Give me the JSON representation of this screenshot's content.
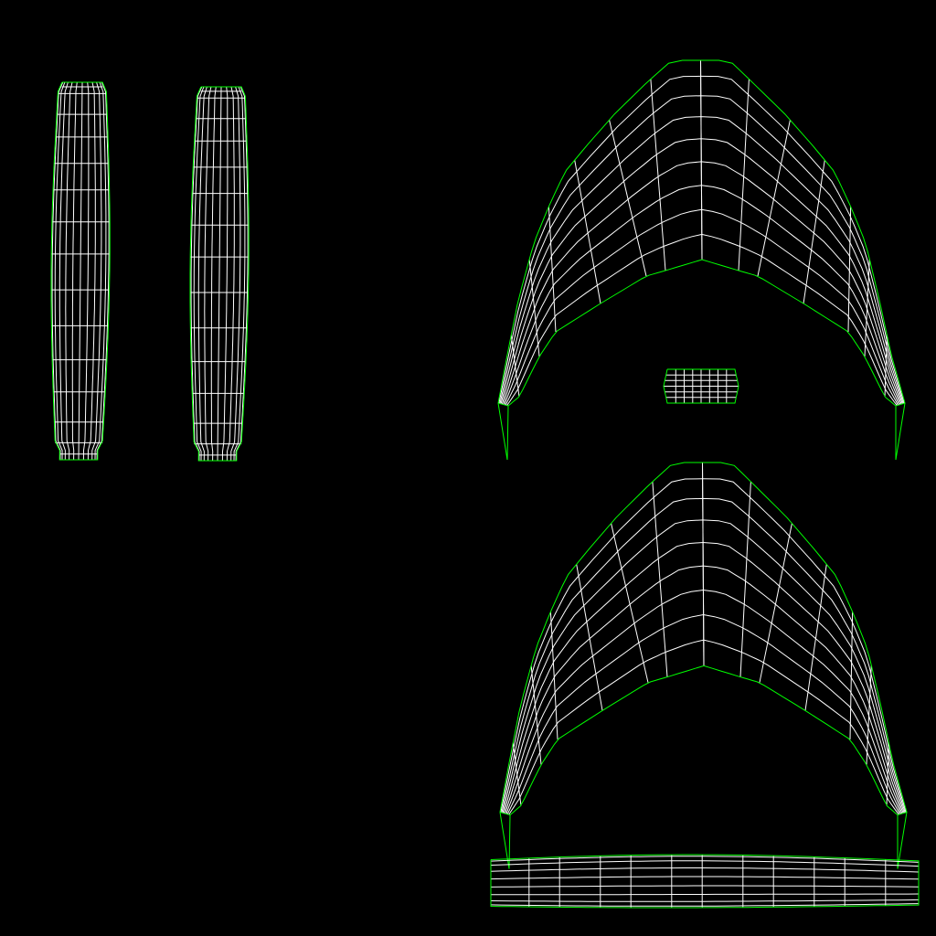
{
  "title": "",
  "colors": {
    "background": "#000000",
    "outline": "#00ff00",
    "grid": "#ffffff"
  },
  "islands": [
    {
      "name": "vertical-strip-left",
      "type": "vertical-strip"
    },
    {
      "name": "vertical-strip-right",
      "type": "vertical-strip"
    },
    {
      "name": "chevron-top",
      "type": "chevron"
    },
    {
      "name": "small-rectangle",
      "type": "small-rectangle"
    },
    {
      "name": "chevron-bottom",
      "type": "chevron"
    },
    {
      "name": "horizontal-strip",
      "type": "horizontal-strip"
    }
  ]
}
